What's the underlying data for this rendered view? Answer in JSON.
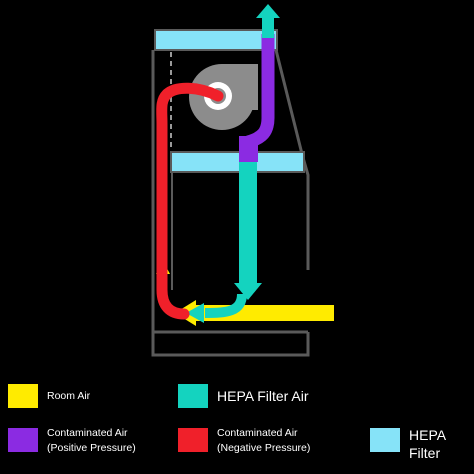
{
  "colors": {
    "room_air": "#FFEB00",
    "hepa_filter_air": "#14D3BF",
    "contaminated_positive": "#8B2BE2",
    "contaminated_negative": "#F0202A",
    "hepa_filter": "#86E3F8",
    "cabinet_outline": "#5A5A5A",
    "blower": "#8C8C8C"
  },
  "legend": [
    {
      "id": "room-air",
      "label": "Room Air",
      "color": "#FFEB00"
    },
    {
      "id": "hepa-filter-air",
      "label": "HEPA Filter Air",
      "color": "#14D3BF"
    },
    {
      "id": "contaminated-positive",
      "label": "Contaminated Air\n(Positive Pressure)",
      "color": "#8B2BE2"
    },
    {
      "id": "contaminated-negative",
      "label": "Contaminated Air\n(Negative Pressure)",
      "color": "#F0202A"
    },
    {
      "id": "hepa-filter",
      "label": "HEPA\nFilter",
      "color": "#86E3F8"
    }
  ]
}
